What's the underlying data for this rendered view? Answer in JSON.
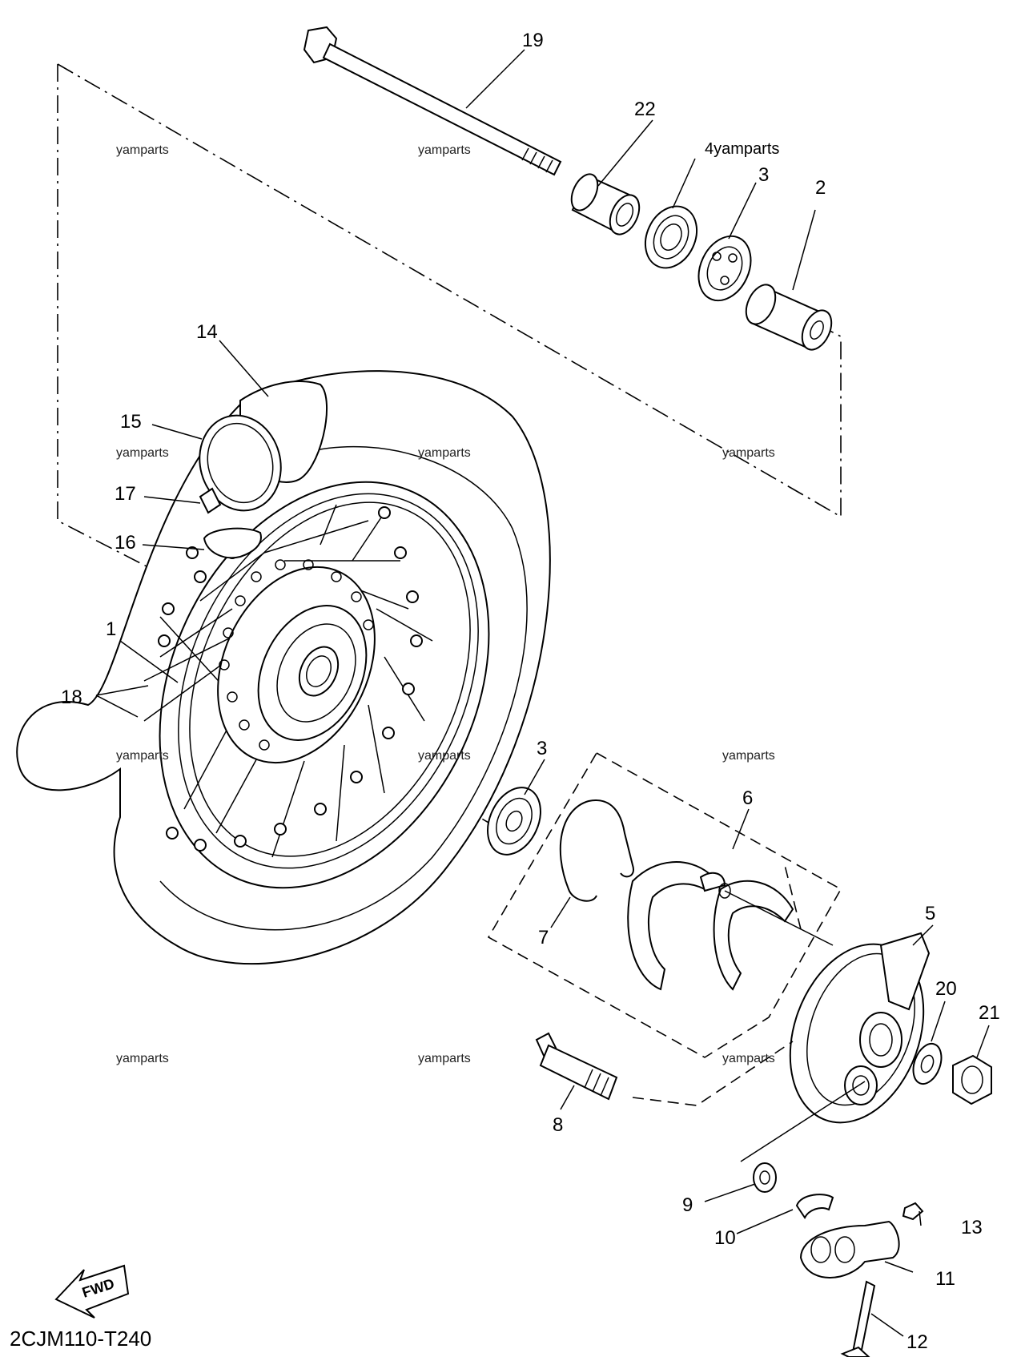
{
  "diagram": {
    "code": "2CJM110-T240",
    "fwd_label": "FWD",
    "watermark": "yamparts",
    "watermark_4": "4yamparts"
  },
  "parts": {
    "p1": "1",
    "p2": "2",
    "p3a": "3",
    "p3b": "3",
    "p5": "5",
    "p6": "6",
    "p7": "7",
    "p8": "8",
    "p9": "9",
    "p10": "10",
    "p11": "11",
    "p12": "12",
    "p13": "13",
    "p14": "14",
    "p15": "15",
    "p16": "16",
    "p17": "17",
    "p18": "18",
    "p19": "19",
    "p20": "20",
    "p21": "21",
    "p22": "22"
  }
}
